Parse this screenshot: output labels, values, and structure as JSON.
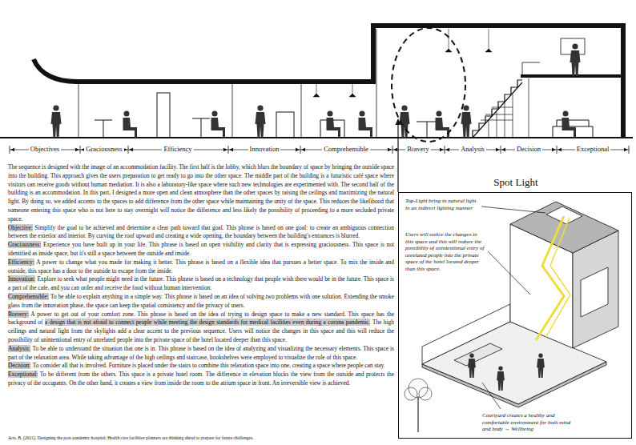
{
  "diagram": {
    "nodes": [
      {
        "text": [
          "Spot Light",
          "Top-Light bring in natural light in an indirect lighting manner",
          "Users will notice the changes in this space and this will reduce the possibility of unintentional entry of unrelated people into the private space of the hotel located deeper than this space.",
          "Courtyard creates a healthy and comfortable environment for both mind and body → Wellbeing"
        ]
      }
    ],
    "labels": [
      "Objectives",
      "Graciousness",
      "Efficiency",
      "Innovation",
      "Comprehensible",
      "Bravery",
      "Analysis",
      "Decision",
      "Exceptional",
      "The sequence is designed with the image of an accommodation facility. The first half is the lobby, which blurs the boundary of space by bringing the outside space into the building. This approach gives the users preparation to get ready to go into the other space. The middle part of the building is a futuristic café space where visitors can receive goods without human mediation. It is also a laboratory-like space where such new technologies are experimented with. The second half of the building is an accommodation. In this part, I designed a more open and clean atmosphere than the other spaces by raising the ceilings and maximizing the natural light. By doing so, we added accents to the spaces to add difference from the other space while maintaining the unity of the space. This reduces the likelihood that someone entering this space who is not here to stay overnight will notice the difference and less likely the possibility of proceeding to a more secluded private space.",
      "Objective:",
      "Simplify the goal to be achieved and determine a clear path toward that goal. This phrase is based on one goal: to create an ambiguous connection between the exterior and interior. By curving the roof upward and creating a wide opening, the boundary between the building's entrances is blurred.",
      "Graciousness:",
      "Experience you have built up in your life. This phrase is based on open visibility and clarity that is expressing graciousness. This space is not identified as inside space, but it's still a space between the outside and inside.",
      "Efficiency:",
      "A power to change what you made for making it better. This phrase is based on a flexible idea that pursues a better space. To mix the inside and outside, this space has a door to the outside to escape from the inside.",
      "Innovation:",
      "Explore to seek what people might need in the future. This phrase is based on a technology that people wish there would be in the future. This space is a part of the cafe, and you can order and receive the food without human intervention.",
      "Comprehensible:",
      "To be able to explain anything in a simple way. This phrase is based on an idea of solving two problems with one solution. Extending the smoke glass from the innovation phase, the space can keep the spatial consistency and the privacy of users.",
      "Bravery:",
      "A power to get out of your comfort zone. This phrase is based on the idea of trying to design space to make a new standard. This space has the background of",
      "a design that is not afraid to connect people while meeting the design standards for medical facilities even during a corona pandemic.",
      "The high ceilings and natural light from the skylights add a clear accent to the previous sequence. Users will notice the changes in this space and this will reduce the possibility of unintentional entry of unrelated people into the private space of the hotel located deeper than this space.",
      "Analysis:",
      "To be able to understand the situation that one is in. This phrase is based on the idea of analyzing and visualizing the necessary elements. This space is part of the relaxation area. While taking advantage of the high ceilings and staircase, bookshelves were employed to visualize the role of this space.",
      "Decision:",
      "To consider all that is involved. Furniture is placed under the stairs to combine this relaxation space into one, creating a space where people can stay.",
      "Exceptional:",
      "To be different from the others. This space is a private hotel room. The difference in elevation blocks the view from the outside and protects the privacy of the occupants. On the other hand, it creates a view from inside the room to the atrium space in front. An irreversible view is achieved.",
      "Arts, B. (2021). Designing the post-pandemic hospital: Health care facilities planners are thinking ahead to prepare for future challenges."
    ]
  }
}
